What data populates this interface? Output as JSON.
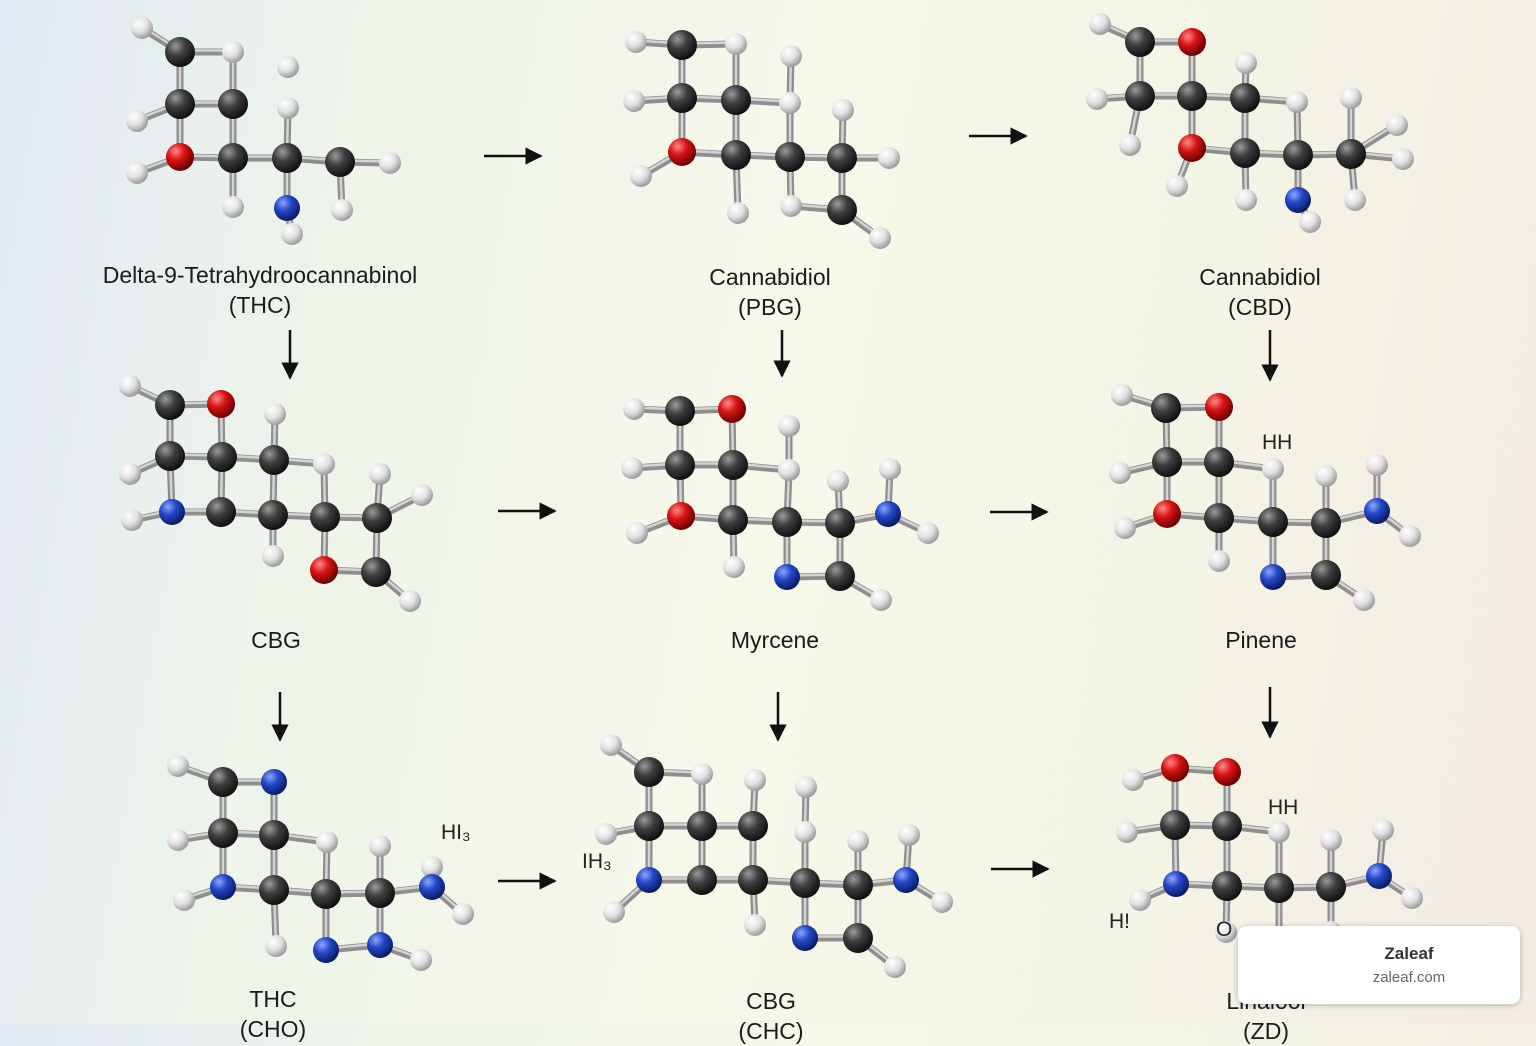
{
  "molecules": [
    {
      "name": "Delta-9-Tetrahydroocannabinol",
      "code": "(THC)"
    },
    {
      "name": "Cannabidiol",
      "code": "(PBG)"
    },
    {
      "name": "Cannabidiol",
      "code": "(CBD)"
    },
    {
      "name": "CBG",
      "code": ""
    },
    {
      "name": "Myrcene",
      "code": ""
    },
    {
      "name": "Pinene",
      "code": ""
    },
    {
      "name": "THC",
      "code": "(CHO)"
    },
    {
      "name": "CBG",
      "code": "(CHC)"
    },
    {
      "name": "Linalool",
      "code": "(ZD)"
    }
  ],
  "atom_labels": {
    "hh_1": "HH",
    "hh_2": "HH",
    "hi3": "HI₃",
    "ih3": "IH₃",
    "hi": "H!",
    "o": "O"
  },
  "atom_colors": {
    "carbon": "#3a3a3a",
    "oxygen": "#d41414",
    "nitrogen": "#2144c2",
    "hydrogen": "#e9e9e9"
  },
  "watermark": {
    "title": "Zaleaf",
    "url": "zaleaf.com"
  }
}
